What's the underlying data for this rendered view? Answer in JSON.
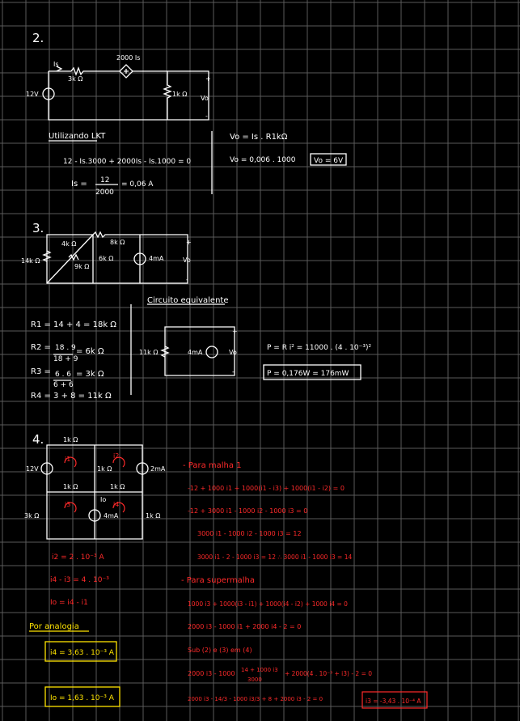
{
  "colors": {
    "background": "#000000",
    "grid": "#5a5a5a",
    "ink_white": "#ffffff",
    "ink_red": "#ff2a2a",
    "ink_yellow": "#ffe400"
  },
  "problem2": {
    "number": "2.",
    "labels": {
      "dep_source": "2000 Is",
      "current": "Is",
      "r1": "3k Ω",
      "source": "12V",
      "r2": "1k Ω",
      "plus": "+",
      "minus": "-",
      "vo": "Vo"
    },
    "work": {
      "heading": "Utilizando LKT",
      "eq1": "12 - Is.3000 + 2000Is - Is.1000 = 0",
      "is_lhs": "Is =",
      "is_num": "12",
      "is_den": "2000",
      "is_rhs": "= 0,06 A",
      "vo_eq1": "Vo = Is . R1kΩ",
      "vo_eq2": "Vo = 0,006 . 1000",
      "vo_answer": "Vo = 6V"
    }
  },
  "problem3": {
    "number": "3.",
    "labels": {
      "r_left": "14k Ω",
      "r_top1": "4k Ω",
      "r_top2": "8k Ω",
      "r_diag": "9k Ω",
      "r_mid": "6k Ω",
      "source": "4mA",
      "plus": "+",
      "minus": "-",
      "vo": "Vo"
    },
    "work": {
      "r1": "R1 = 14 + 4 = 18k Ω",
      "r2_lhs": "R2 =",
      "r2_num": "18 . 9",
      "r2_den": "18 + 9",
      "r2_rhs": "= 6k Ω",
      "r3_lhs": "R3 =",
      "r3_num": "6 . 6",
      "r3_den": "6 + 6",
      "r3_rhs": "= 3k Ω",
      "r4": "R4 = 3 + 8 = 11k Ω",
      "eq_heading": "Circuito equivalente",
      "eq_r": "11k Ω",
      "eq_source": "4mA",
      "eq_plus": "+",
      "eq_minus": "-",
      "eq_vo": "Vo",
      "power_eq": "P = R i² = 11000 . (4 . 10⁻³)²",
      "power_answer": "P = 0,176W = 176mW"
    }
  },
  "problem4": {
    "number": "4.",
    "labels": {
      "r_top": "1k Ω",
      "source_v": "12V",
      "i1": "i1",
      "i2": "i2",
      "i3": "i3",
      "i4": "i4",
      "r_mid": "1k Ω",
      "source_i1": "2mA",
      "r_h1": "1k Ω",
      "r_h2": "1k Ω",
      "io": "Io",
      "r_left": "3k Ω",
      "source_i2": "4mA",
      "r_right": "1k Ω"
    },
    "work": {
      "malha_heading": "- Para malha 1",
      "m1": "-12 + 1000 i1 + 1000(i1 - i3) + 1000(i1 - i2) = 0",
      "m2": "-12 + 3000 i1 - 1000 i2 - 1000 i3 = 0",
      "m3": "3000 i1 - 1000 i2 - 1000 i3 = 12",
      "m4": "3000 i1 - 2 - 1000 i3 = 12  ∴  3000 i1 - 1000 i3 = 14",
      "i2_val": "i2 = 2 . 10⁻³ A",
      "i4_rel": "i4 - i3 = 4 . 10⁻³",
      "io_rel": "Io = i4 - i1",
      "super_heading": "- Para supermalha",
      "s1": "1000 i3 + 1000(i3 - i1) + 1000(i4 - i2) + 1000 i4 = 0",
      "s2": "2000 i3 - 1000 i1 + 2000 i4 - 2 = 0",
      "s3": "Sub (2) e (3) em (4)",
      "s4_a": "2000 i3 - 1000",
      "s4_frac_num": "14 + 1000 i3",
      "s4_frac_den": "3000",
      "s4_b": "+ 2000(4 . 10⁻³ + i3) - 2 = 0",
      "s5": "2000 i3 - 14/3 - 1000 i3/3 + 8 + 2000 i3 - 2 = 0",
      "i3_answer": "i3 = -3,43 . 10⁻⁴ A",
      "analogia": "Por analogia",
      "i4_answer": "i4 = 3,63 . 10⁻³ A",
      "io_answer": "Io = 1,63 . 10⁻³ A"
    }
  }
}
